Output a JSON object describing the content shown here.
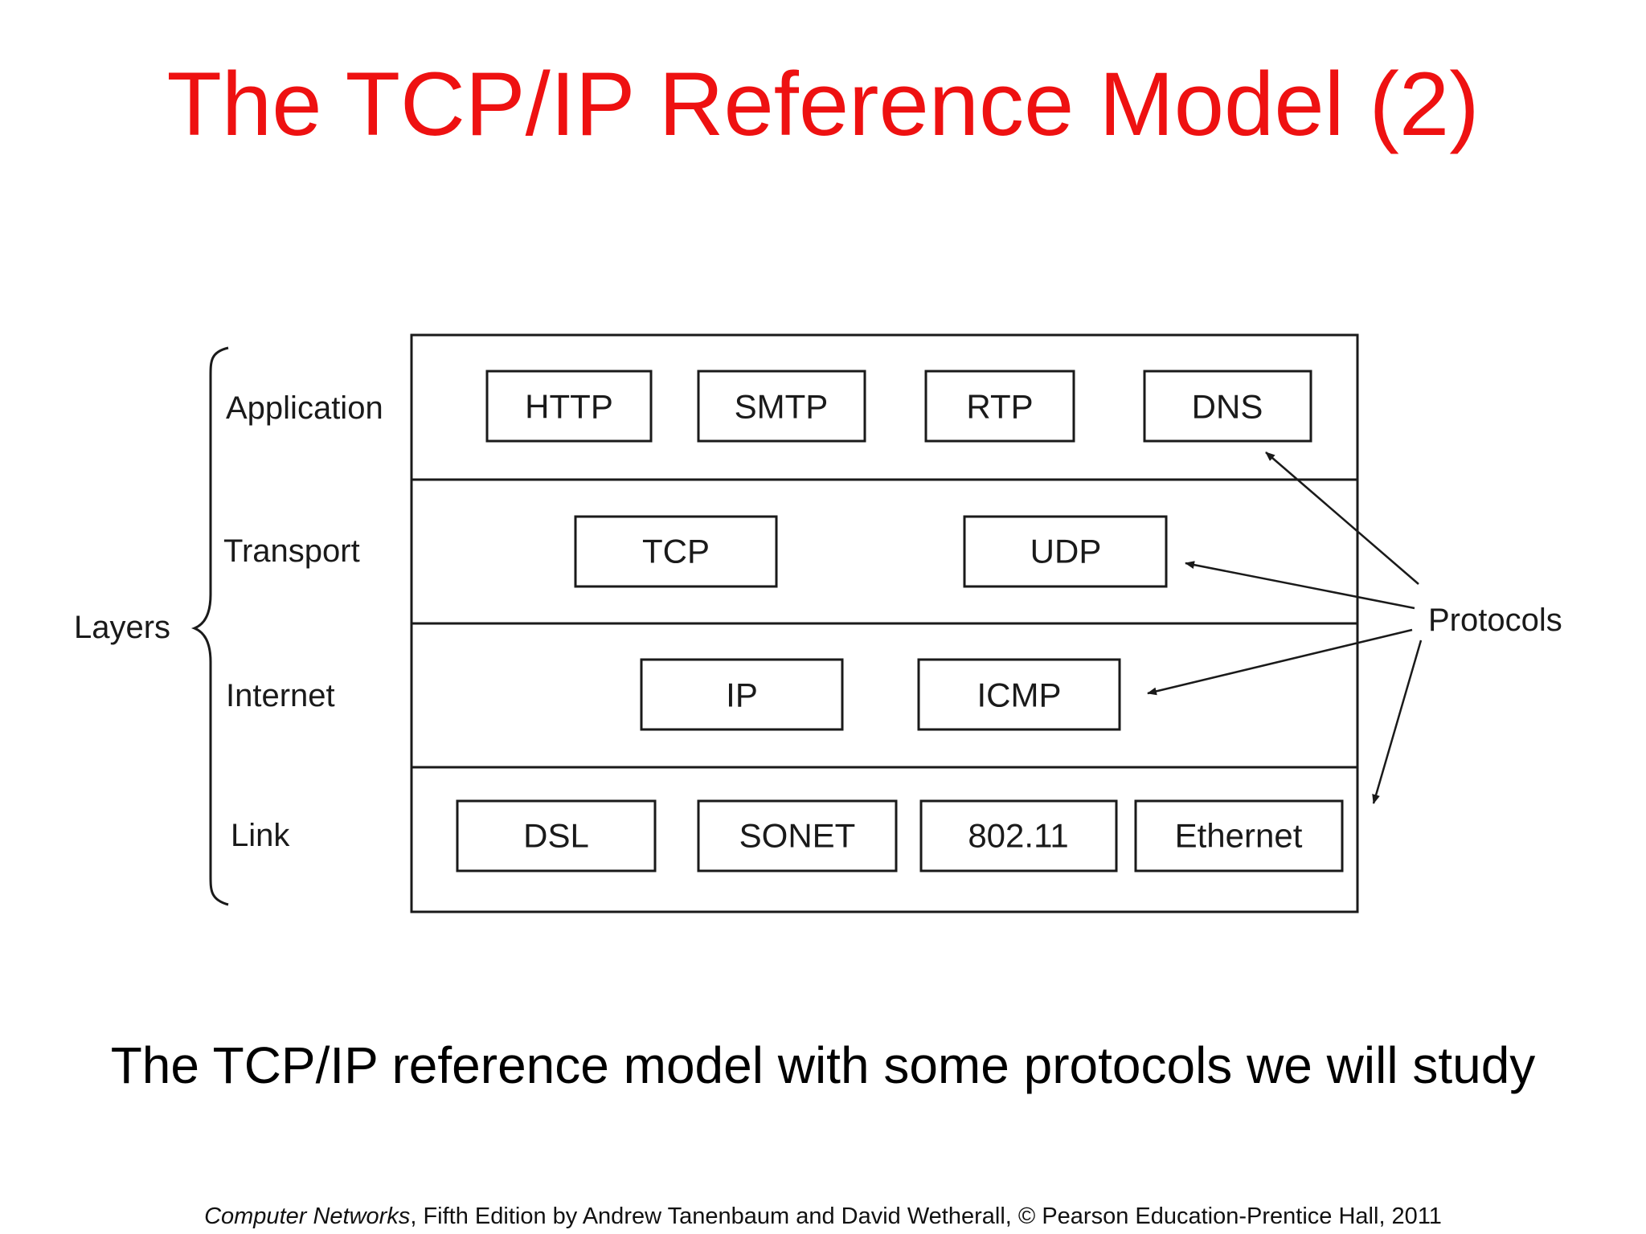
{
  "title": "The TCP/IP Reference Model (2)",
  "layers_label": "Layers",
  "protocols_label": "Protocols",
  "layers": [
    {
      "name": "Application",
      "protocols": [
        "HTTP",
        "SMTP",
        "RTP",
        "DNS"
      ]
    },
    {
      "name": "Transport",
      "protocols": [
        "TCP",
        "UDP"
      ]
    },
    {
      "name": "Internet",
      "protocols": [
        "IP",
        "ICMP"
      ]
    },
    {
      "name": "Link",
      "protocols": [
        "DSL",
        "SONET",
        "802.11",
        "Ethernet"
      ]
    }
  ],
  "caption": "The TCP/IP reference model with some protocols we will study",
  "credit": {
    "book": "Computer Networks",
    "text": ", Fifth Edition by Andrew Tanenbaum and David Wetherall, © Pearson Education-Prentice Hall, 2011"
  },
  "colors": {
    "title": "#ee1111",
    "text": "#1a1a1a"
  }
}
